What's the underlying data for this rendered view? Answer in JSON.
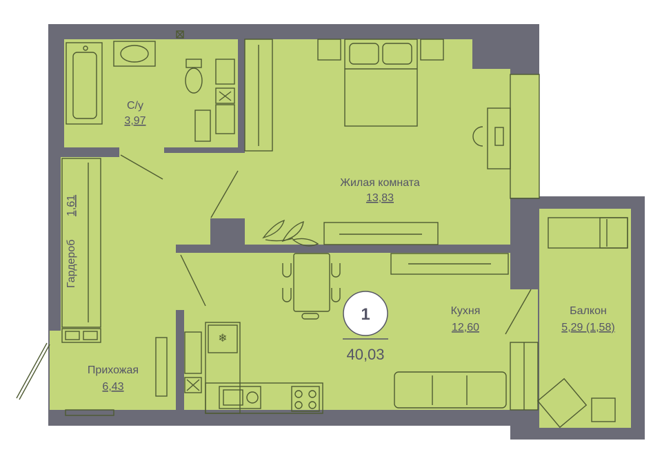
{
  "plan": {
    "rooms": [
      {
        "id": "bathroom",
        "name": "С/у",
        "area": "3,97"
      },
      {
        "id": "living",
        "name": "Жилая комната",
        "area": "13,83"
      },
      {
        "id": "wardrobe",
        "name": "Гардероб",
        "area": "1,61"
      },
      {
        "id": "hall",
        "name": "Прихожая",
        "area": "6,43"
      },
      {
        "id": "kitchen",
        "name": "Кухня",
        "area": "12,60"
      },
      {
        "id": "balcony",
        "name": "Балкон",
        "area": "5,29 (1,58)"
      }
    ],
    "rooms_count": "1",
    "total_area": "40,03"
  },
  "colors": {
    "floor": "#c3d77a",
    "wall": "#6b6b77",
    "furniture_line": "#4e5a32",
    "text": "#555566"
  }
}
